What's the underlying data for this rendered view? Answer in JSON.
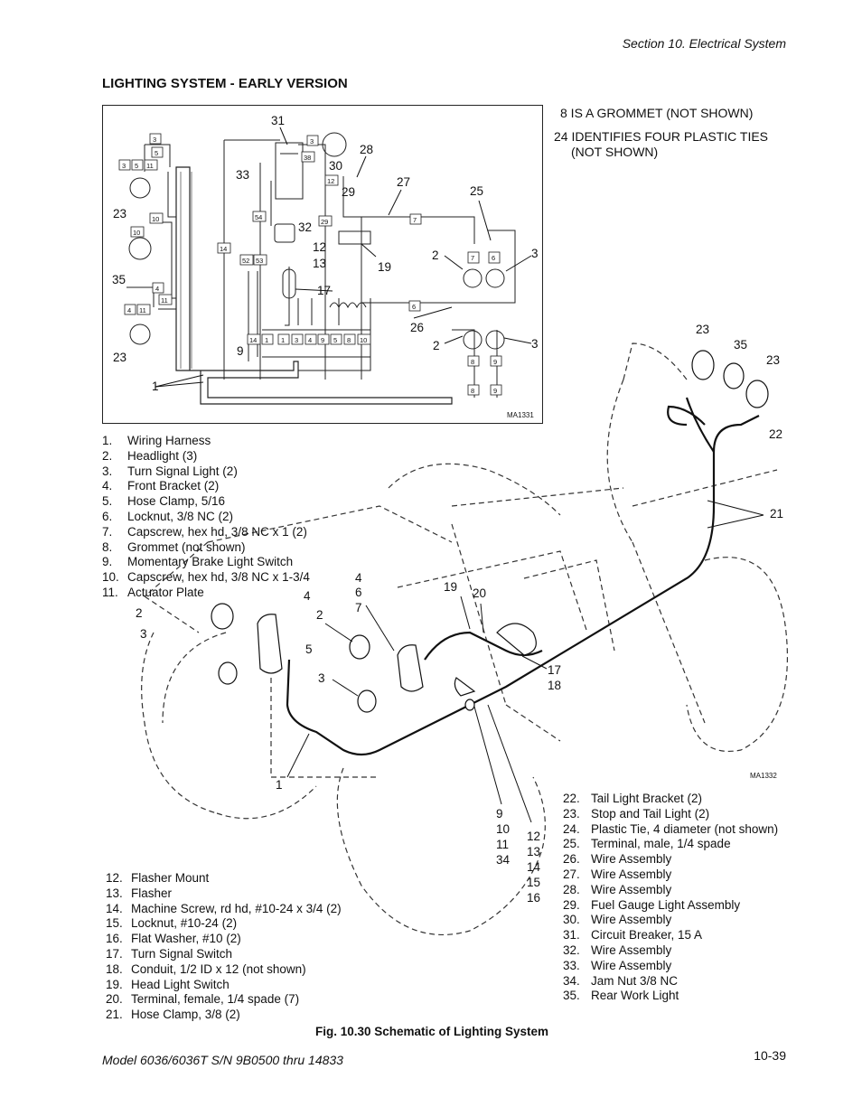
{
  "header": {
    "section": "Section 10.   Electrical System"
  },
  "title": "LIGHTING SYSTEM - EARLY VERSION",
  "notes": [
    {
      "line1": "8 IS A GROMMET (NOT SHOWN)",
      "line2": ""
    },
    {
      "line1": "24 IDENTIFIES FOUR PLASTIC TIES",
      "line2": "(NOT SHOWN)"
    }
  ],
  "figure_codes": {
    "schematic": "MA1331",
    "perspective": "MA1332"
  },
  "legend_left_top": [
    {
      "num": "1.",
      "text": "Wiring Harness"
    },
    {
      "num": "2.",
      "text": "Headlight (3)"
    },
    {
      "num": "3.",
      "text": "Turn Signal Light (2)"
    },
    {
      "num": "4.",
      "text": "Front Bracket (2)"
    },
    {
      "num": "5.",
      "text": "Hose Clamp, 5/16"
    },
    {
      "num": "6.",
      "text": "Locknut, 3/8 NC (2)"
    },
    {
      "num": "7.",
      "text": "Capscrew, hex hd, 3/8 NC x 1 (2)"
    },
    {
      "num": "8.",
      "text": "Grommet (not shown)"
    },
    {
      "num": "9.",
      "text": "Momentary Brake Light Switch"
    },
    {
      "num": "10.",
      "text": "Capscrew, hex hd, 3/8 NC x 1-3/4"
    },
    {
      "num": "11.",
      "text": "Actuator Plate"
    }
  ],
  "legend_left_bottom": [
    {
      "num": "12.",
      "text": "Flasher Mount"
    },
    {
      "num": "13.",
      "text": "Flasher"
    },
    {
      "num": "14.",
      "text": "Machine Screw, rd hd, #10-24 x 3/4 (2)"
    },
    {
      "num": "15.",
      "text": "Locknut, #10-24 (2)"
    },
    {
      "num": "16.",
      "text": "Flat Washer, #10 (2)"
    },
    {
      "num": "17.",
      "text": "Turn Signal Switch"
    },
    {
      "num": "18.",
      "text": "Conduit, 1/2 ID x 12 (not shown)"
    },
    {
      "num": "19.",
      "text": "Head Light Switch"
    },
    {
      "num": "20.",
      "text": "Terminal, female, 1/4 spade (7)"
    },
    {
      "num": "21.",
      "text": "Hose Clamp, 3/8 (2)"
    }
  ],
  "legend_right": [
    {
      "num": "22.",
      "text": "Tail Light Bracket (2)"
    },
    {
      "num": "23.",
      "text": "Stop and Tail Light (2)"
    },
    {
      "num": "24.",
      "text": "Plastic Tie, 4 diameter (not shown)"
    },
    {
      "num": "25.",
      "text": "Terminal, male, 1/4 spade"
    },
    {
      "num": "26.",
      "text": "Wire Assembly"
    },
    {
      "num": "27.",
      "text": "Wire Assembly"
    },
    {
      "num": "28.",
      "text": "Wire Assembly"
    },
    {
      "num": "29.",
      "text": "Fuel Gauge Light Assembly"
    },
    {
      "num": "30.",
      "text": "Wire Assembly"
    },
    {
      "num": "31.",
      "text": "Circuit Breaker, 15 A"
    },
    {
      "num": "32.",
      "text": "Wire Assembly"
    },
    {
      "num": "33.",
      "text": "Wire Assembly"
    },
    {
      "num": "34.",
      "text": "Jam Nut 3/8 NC"
    },
    {
      "num": "35.",
      "text": "Rear Work Light"
    }
  ],
  "schematic_callouts": {
    "c31": "31",
    "c28": "28",
    "c30": "30",
    "c33": "33",
    "c29": "29",
    "c27": "27",
    "c25": "25",
    "c23a": "23",
    "c32": "32",
    "c12": "12",
    "c13": "13",
    "c19": "19",
    "c2a": "2",
    "c3a": "3",
    "c35": "35",
    "c17": "17",
    "c26": "26",
    "c2b": "2",
    "c3b": "3",
    "c9": "9",
    "c23b": "23",
    "c1": "1"
  },
  "schematic_boxes": {
    "b3a": "3",
    "b5a": "5",
    "b3b": "3",
    "b5b": "5",
    "b11a": "11",
    "b10a": "10",
    "b10b": "10",
    "b4a": "4",
    "b4b": "4",
    "b11b": "11",
    "b14a": "14",
    "b3c": "3",
    "b38": "38",
    "b12": "12",
    "b54": "54",
    "b29": "29",
    "b52": "52",
    "b53": "53",
    "b7a": "7",
    "b7b": "7",
    "b6a": "6",
    "b6b": "6",
    "b14b": "14",
    "b1": "1",
    "b1b": "1",
    "b3d": "3",
    "b4c": "4",
    "b9a": "9",
    "b5c": "5",
    "b8a": "8",
    "b10c": "10",
    "b8b": "8",
    "b9b": "9",
    "b8c": "8",
    "b9c": "9"
  },
  "perspective_callouts": {
    "p23a": "23",
    "p35": "35",
    "p23b": "23",
    "p22": "22",
    "p21": "21",
    "p4": "4",
    "p6": "6",
    "p7": "7",
    "p19": "19",
    "p20": "20",
    "p2a": "2",
    "p3a": "3",
    "p4b": "4",
    "p2b": "2",
    "p5": "5",
    "p3b": "3",
    "p17": "17",
    "p18": "18",
    "p1": "1",
    "p9": "9",
    "p10": "10",
    "p11": "11",
    "p34": "34",
    "p12": "12",
    "p13": "13",
    "p14": "14",
    "p15": "15",
    "p16": "16"
  },
  "caption": "Fig. 10.30 Schematic of Lighting System",
  "footer": {
    "model": "Model 6036/6036T S/N 9B0500 thru 14833",
    "page": "10-39"
  }
}
